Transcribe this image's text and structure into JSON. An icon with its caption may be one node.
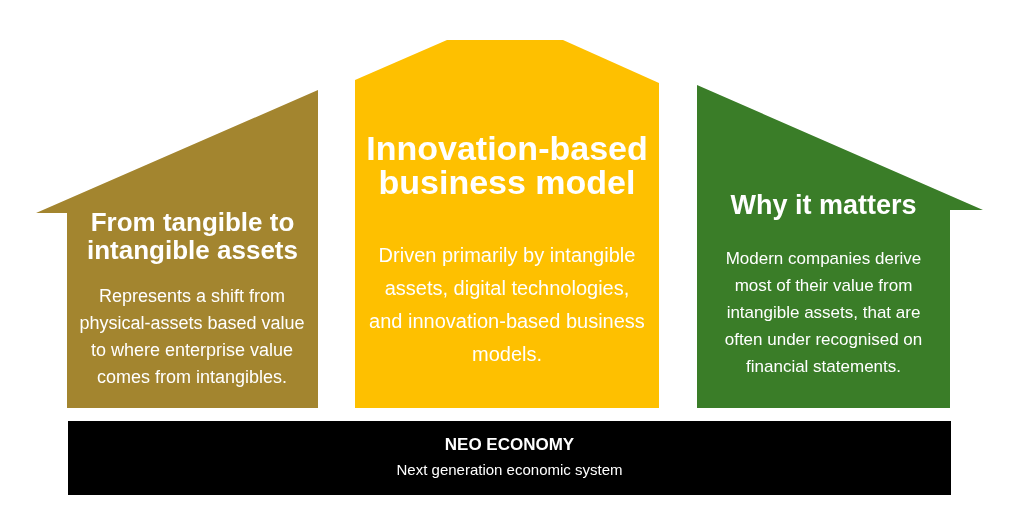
{
  "diagram": {
    "nodes": [
      {
        "text": [
          "From tangible to intangible assets",
          "Represents a shift from physical-assets based value to where enterprise value comes from intangibles."
        ]
      },
      {
        "text": [
          "Innovation-based business model",
          "Driven primarily by intangible assets, digital technologies, and innovation-based business models."
        ]
      },
      {
        "text": [
          "Why it matters",
          "Modern companies derive most of their value from intangible assets, that are often under recognised on financial statements."
        ]
      },
      {
        "text": [
          "NEO ECONOMY",
          "Next generation economic system"
        ]
      }
    ]
  }
}
